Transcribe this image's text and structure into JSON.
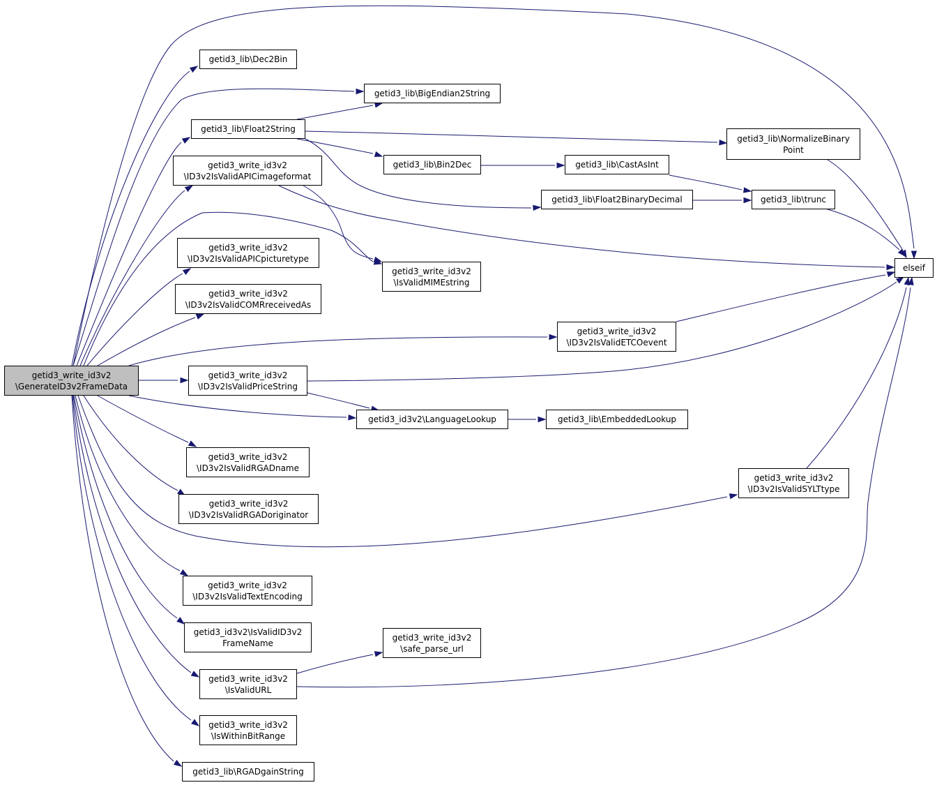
{
  "colors": {
    "edge": "#191970",
    "node_border": "#000000",
    "root_fill": "#bfbfbf",
    "node_fill": "#ffffff"
  },
  "nodes": {
    "root": {
      "line1": "getid3_write_id3v2",
      "line2": "\\GenerateID3v2FrameData"
    },
    "dec2bin": {
      "line1": "getid3_lib\\Dec2Bin"
    },
    "bigendian2string": {
      "line1": "getid3_lib\\BigEndian2String"
    },
    "float2string": {
      "line1": "getid3_lib\\Float2String"
    },
    "normalizebinarypoint": {
      "line1": "getid3_lib\\NormalizeBinary",
      "line2": "Point"
    },
    "bin2dec": {
      "line1": "getid3_lib\\Bin2Dec"
    },
    "castasint": {
      "line1": "getid3_lib\\CastAsInt"
    },
    "apicimageformat": {
      "line1": "getid3_write_id3v2",
      "line2": "\\ID3v2IsValidAPICimageformat"
    },
    "float2binarydecimal": {
      "line1": "getid3_lib\\Float2BinaryDecimal"
    },
    "trunc": {
      "line1": "getid3_lib\\trunc"
    },
    "apicpicturetype": {
      "line1": "getid3_write_id3v2",
      "line2": "\\ID3v2IsValidAPICpicturetype"
    },
    "ismimestring": {
      "line1": "getid3_write_id3v2",
      "line2": "\\IsValidMIMEstring"
    },
    "elseif": {
      "line1": "elseif"
    },
    "comreceivedas": {
      "line1": "getid3_write_id3v2",
      "line2": "\\ID3v2IsValidCOMRreceivedAs"
    },
    "etcoevent": {
      "line1": "getid3_write_id3v2",
      "line2": "\\ID3v2IsValidETCOevent"
    },
    "pricestring": {
      "line1": "getid3_write_id3v2",
      "line2": "\\ID3v2IsValidPriceString"
    },
    "languagelookup": {
      "line1": "getid3_id3v2\\LanguageLookup"
    },
    "embeddedlookup": {
      "line1": "getid3_lib\\EmbeddedLookup"
    },
    "rgadname": {
      "line1": "getid3_write_id3v2",
      "line2": "\\ID3v2IsValidRGADname"
    },
    "syltype": {
      "line1": "getid3_write_id3v2",
      "line2": "\\ID3v2IsValidSYLTtype"
    },
    "rgadoriginator": {
      "line1": "getid3_write_id3v2",
      "line2": "\\ID3v2IsValidRGADoriginator"
    },
    "textencoding": {
      "line1": "getid3_write_id3v2",
      "line2": "\\ID3v2IsValidTextEncoding"
    },
    "framename": {
      "line1": "getid3_id3v2\\IsValidID3v2",
      "line2": "FrameName"
    },
    "safeparseurl": {
      "line1": "getid3_write_id3v2",
      "line2": "\\safe_parse_url"
    },
    "isvalidurl": {
      "line1": "getid3_write_id3v2",
      "line2": "\\IsValidURL"
    },
    "iswithinbitrange": {
      "line1": "getid3_write_id3v2",
      "line2": "\\IsWithinBitRange"
    },
    "rgadgainstring": {
      "line1": "getid3_lib\\RGADgainString"
    }
  },
  "edges": [
    [
      "root",
      "elseif"
    ],
    [
      "root",
      "dec2bin"
    ],
    [
      "root",
      "bigendian2string"
    ],
    [
      "root",
      "float2string"
    ],
    [
      "root",
      "apicimageformat"
    ],
    [
      "root",
      "ismimestring"
    ],
    [
      "root",
      "apicpicturetype"
    ],
    [
      "root",
      "comreceivedas"
    ],
    [
      "root",
      "etcoevent"
    ],
    [
      "root",
      "pricestring"
    ],
    [
      "root",
      "languagelookup"
    ],
    [
      "root",
      "rgadname"
    ],
    [
      "root",
      "rgadoriginator"
    ],
    [
      "root",
      "syltype"
    ],
    [
      "root",
      "textencoding"
    ],
    [
      "root",
      "framename"
    ],
    [
      "root",
      "isvalidurl"
    ],
    [
      "root",
      "iswithinbitrange"
    ],
    [
      "root",
      "rgadgainstring"
    ],
    [
      "float2string",
      "bigendian2string"
    ],
    [
      "float2string",
      "normalizebinarypoint"
    ],
    [
      "float2string",
      "bin2dec"
    ],
    [
      "float2string",
      "float2binarydecimal"
    ],
    [
      "bin2dec",
      "castasint"
    ],
    [
      "castasint",
      "trunc"
    ],
    [
      "float2binarydecimal",
      "trunc"
    ],
    [
      "normalizebinarypoint",
      "elseif"
    ],
    [
      "trunc",
      "elseif"
    ],
    [
      "apicimageformat",
      "elseif"
    ],
    [
      "apicimageformat",
      "ismimestring"
    ],
    [
      "etcoevent",
      "elseif"
    ],
    [
      "pricestring",
      "elseif"
    ],
    [
      "pricestring",
      "languagelookup"
    ],
    [
      "languagelookup",
      "embeddedlookup"
    ],
    [
      "syltype",
      "elseif"
    ],
    [
      "isvalidurl",
      "safeparseurl"
    ],
    [
      "isvalidurl",
      "elseif"
    ]
  ]
}
